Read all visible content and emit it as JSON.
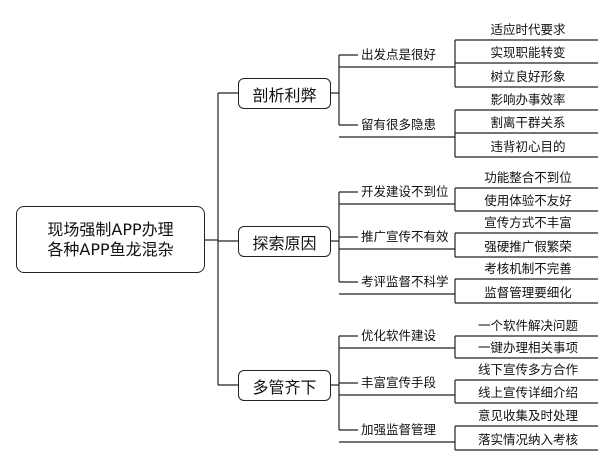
{
  "root": {
    "line1": "现场强制APP办理",
    "line2": "各种APP鱼龙混杂"
  },
  "branches": [
    {
      "label": "剖析利弊",
      "subs": [
        {
          "label": "出发点是很好",
          "leaves": [
            "适应时代要求",
            "实现职能转变",
            "树立良好形象"
          ]
        },
        {
          "label": "留有很多隐患",
          "leaves": [
            "影响办事效率",
            "割离干群关系",
            "违背初心目的"
          ]
        }
      ]
    },
    {
      "label": "探索原因",
      "subs": [
        {
          "label": "开发建设不到位",
          "leaves": [
            "功能整合不到位",
            "使用体验不友好"
          ]
        },
        {
          "label": "推广宣传不有效",
          "leaves": [
            "宣传方式不丰富",
            "强硬推广假繁荣"
          ]
        },
        {
          "label": "考评监督不科学",
          "leaves": [
            "考核机制不完善",
            "监督管理要细化"
          ]
        }
      ]
    },
    {
      "label": "多管齐下",
      "subs": [
        {
          "label": "优化软件建设",
          "leaves": [
            "一个软件解决问题",
            "一键办理相关事项"
          ]
        },
        {
          "label": "丰富宣传手段",
          "leaves": [
            "线下宣传多方合作",
            "线上宣传详细介绍"
          ]
        },
        {
          "label": "加强监督管理",
          "leaves": [
            "意见收集及时处理",
            "落实情况纳入考核"
          ]
        }
      ]
    }
  ]
}
